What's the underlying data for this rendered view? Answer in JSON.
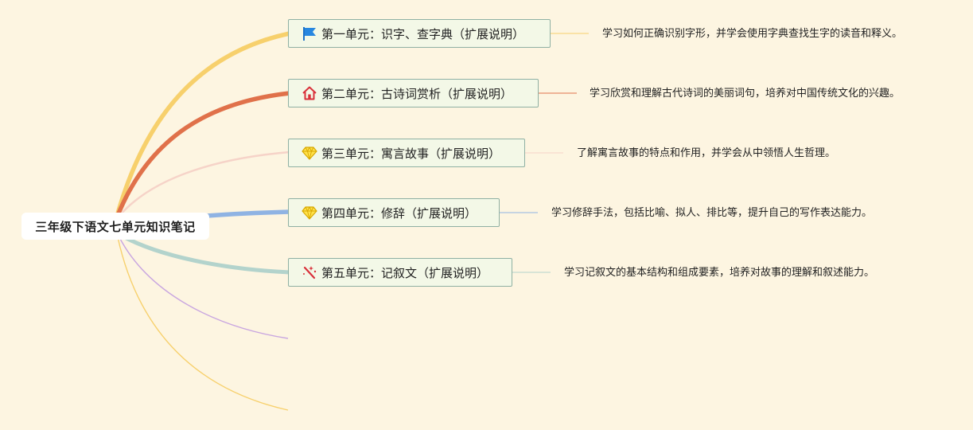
{
  "root": {
    "label": "三年级下语文七单元知识笔记"
  },
  "branches": [
    {
      "label": "第一单元：识字、查字典（扩展说明）",
      "icon": "flag-icon",
      "desc": "学习如何正确识别字形，并学会使用字典查找生字的读音和释义。",
      "color": "#f7d06c"
    },
    {
      "label": "第二单元：古诗词赏析（扩展说明）",
      "icon": "house-icon",
      "desc": "学习欣赏和理解古代诗词的美丽词句，培养对中国传统文化的兴趣。",
      "color": "#e0714a"
    },
    {
      "label": "第三单元：寓言故事（扩展说明）",
      "icon": "diamond-icon",
      "desc": "了解寓言故事的特点和作用，并学会从中领悟人生哲理。",
      "color": "#f6d3c8"
    },
    {
      "label": "第四单元：修辞（扩展说明）",
      "icon": "diamond-icon",
      "desc": "学习修辞手法，包括比喻、拟人、排比等，提升自己的写作表达能力。",
      "color": "#8fb3e3"
    },
    {
      "label": "第五单元：记叙文（扩展说明）",
      "icon": "magic-wand-icon",
      "desc": "学习记叙文的基本结构和组成要素，培养对故事的理解和叙述能力。",
      "color": "#b3d3cc"
    }
  ],
  "empty_branch_colors": [
    "#c9a6e0",
    "#f7d06c"
  ]
}
